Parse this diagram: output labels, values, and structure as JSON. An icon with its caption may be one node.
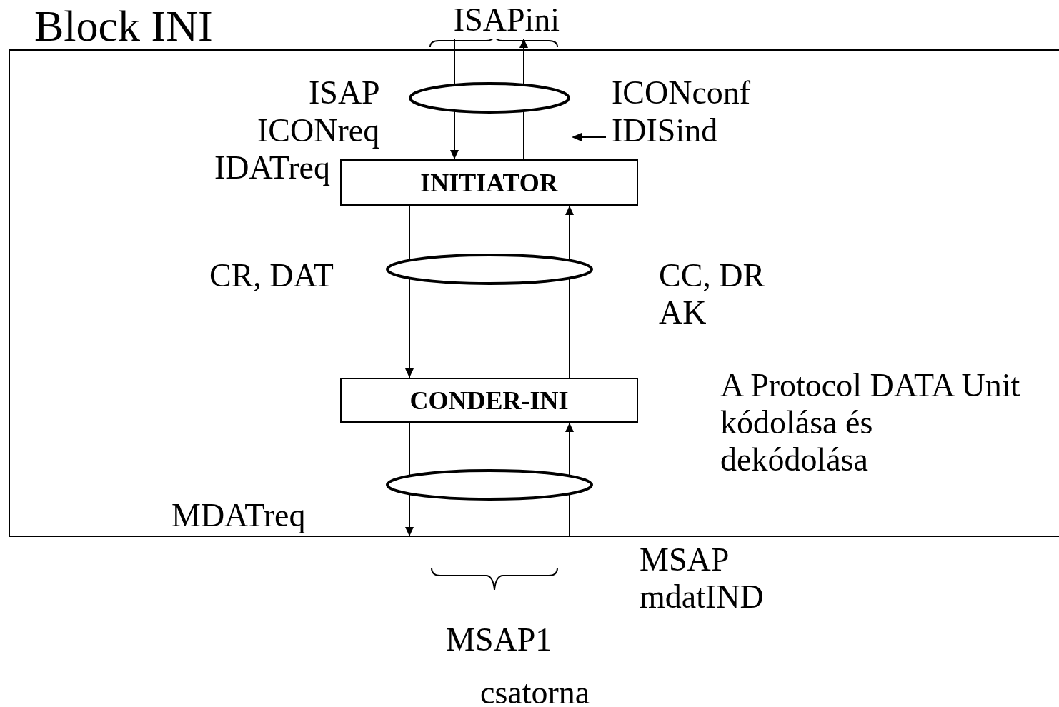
{
  "diagram": {
    "nodes": [
      {
        "text": [
          "Block INI"
        ]
      },
      {
        "text": [],
        "shape": "ellipse",
        "in": 0
      },
      {
        "text": [
          "INITIATOR"
        ],
        "in": 0
      },
      {
        "text": [],
        "shape": "ellipse",
        "in": 0
      },
      {
        "text": [
          "CONDER-INI"
        ],
        "in": 0
      },
      {
        "text": [],
        "shape": "ellipse",
        "in": 0
      },
      {
        "text": [
          "ISAPini"
        ]
      }
    ],
    "edges": [
      {
        "from": 6,
        "to": 1,
        "arrow": "none"
      },
      {
        "from": 1,
        "to": 2,
        "arrow": "to"
      },
      {
        "from": 2,
        "to": 1,
        "arrow": "none"
      },
      {
        "from": 1,
        "to": 6,
        "arrow": "to"
      },
      {
        "from": 2,
        "to": 3,
        "arrow": "none"
      },
      {
        "from": 3,
        "to": 4,
        "arrow": "to"
      },
      {
        "from": 4,
        "to": 3,
        "arrow": "none"
      },
      {
        "from": 3,
        "to": 2,
        "arrow": "to"
      },
      {
        "from": 4,
        "to": 5,
        "arrow": "none"
      },
      {
        "from": 5,
        "to": null,
        "arrow": "to"
      },
      {
        "from": null,
        "to": 5,
        "arrow": "none"
      },
      {
        "from": 5,
        "to": 4,
        "arrow": "to"
      }
    ],
    "labels": [
      "ISAP",
      "ICONconf",
      "ICONreq",
      "IDISind",
      "IDATreq",
      "CR, DAT",
      "CC, DR AK",
      "A Protocol DATA Unit kódolása és dekódolása",
      "MDATreq",
      "MSAP mdatIND",
      "MSAP1",
      "csatorna"
    ]
  }
}
